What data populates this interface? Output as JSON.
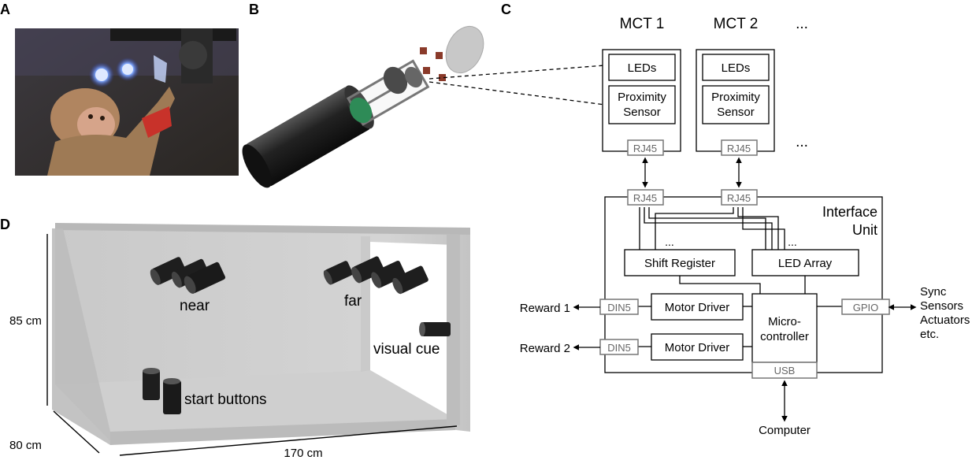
{
  "panels": {
    "a": "A",
    "b": "B",
    "c": "C",
    "d": "D"
  },
  "diagram_c": {
    "mct_headers": [
      "MCT 1",
      "MCT 2",
      "..."
    ],
    "leds_label": "LEDs",
    "proximity_line1": "Proximity",
    "proximity_line2": "Sensor",
    "rj45": "RJ45",
    "ellipsis": "...",
    "interface_line1": "Interface",
    "interface_line2": "Unit",
    "shift_register": "Shift Register",
    "led_array": "LED Array",
    "motor_driver": "Motor Driver",
    "micro_line1": "Micro-",
    "micro_line2": "controller",
    "usb": "USB",
    "gpio": "GPIO",
    "din5": "DIN5",
    "reward_1": "Reward 1",
    "reward_2": "Reward 2",
    "computer": "Computer",
    "gpio_targets": [
      "Sync",
      "Sensors",
      "Actuators",
      "etc."
    ]
  },
  "diagram_d": {
    "near": "near",
    "far": "far",
    "visual_cue": "visual cue",
    "start_buttons": "start buttons",
    "height": "85 cm",
    "depth": "80 cm",
    "width": "170 cm"
  },
  "colors": {
    "box_gray": "#d2d2d2",
    "frame_gray": "#bdbdbd",
    "dark_cylinder": "#1e1e1e",
    "led_blue": "#9fc3ff"
  }
}
